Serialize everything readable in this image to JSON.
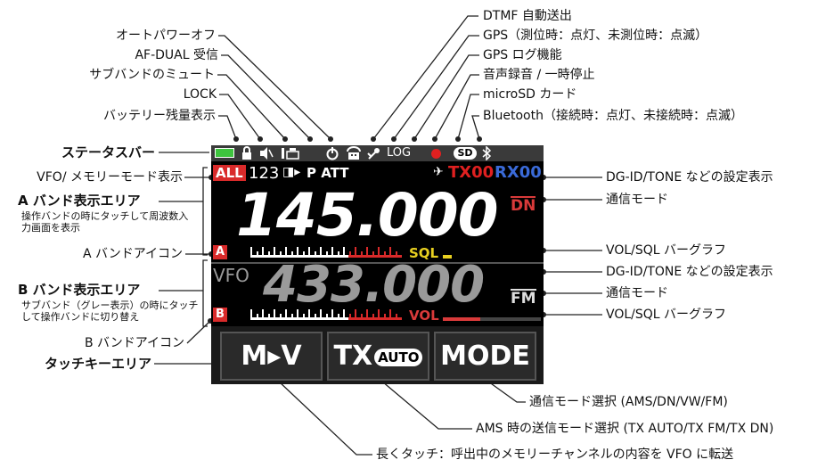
{
  "labels_left": {
    "auto_power_off": "オートパワーオフ",
    "af_dual": "AF-DUAL 受信",
    "sub_mute": "サブバンドのミュート",
    "lock": "LOCK",
    "battery": "バッテリー残量表示",
    "status_bar": "ステータスバー",
    "vfo_mem": "VFO/ メモリーモード表示",
    "a_band_area": "A バンド表示エリア",
    "a_band_desc": "操作バンドの時にタッチして周波数入力画面を表示",
    "a_band_icon": "A バンドアイコン",
    "b_band_area": "B バンド表示エリア",
    "b_band_desc": "サブバンド（グレー表示）の時にタッチして操作バンドに切り替え",
    "b_band_icon": "B バンドアイコン",
    "touch_key": "タッチキーエリア"
  },
  "labels_right": {
    "dtmf": "DTMF 自動送出",
    "gps": "GPS（測位時：点灯、未測位時：点滅）",
    "gps_log": "GPS ログ機能",
    "rec": "音声録音 / 一時停止",
    "microsd": "microSD カード",
    "bluetooth": "Bluetooth（接続時：点灯、未接続時：点滅）",
    "dgid_a": "DG-ID/TONE などの設定表示",
    "mode_a": "通信モード",
    "volsql_a": "VOL/SQL バーグラフ",
    "dgid_b": "DG-ID/TONE などの設定表示",
    "mode_b": "通信モード",
    "volsql_b": "VOL/SQL バーグラフ"
  },
  "labels_bottom": {
    "mode_select": "通信モード選択 (AMS/DN/VW/FM)",
    "ams_tx": "AMS 時の送信モード選択 (TX AUTO/TX FM/TX DN)",
    "long_touch": "長くタッチ：呼出中のメモリーチャンネルの内容を VFO に転送"
  },
  "screen": {
    "status_log": "LOG",
    "status_sd": "SD",
    "badge_all": "ALL",
    "mem_info": "123",
    "p_att": "P ATT",
    "tx_a": "TX00",
    "rx_a": "RX00",
    "freq_a": "145.000",
    "mode_a": "DN",
    "band_a": "A",
    "sql_label": "SQL",
    "vfo_b": "VFO",
    "freq_b": "433.000",
    "mode_b": "FM",
    "band_b": "B",
    "vol_label": "VOL",
    "key_mv": "M▸V",
    "key_tx": "TX",
    "key_auto": "AUTO",
    "key_mode": "MODE"
  },
  "colors": {
    "accent_red": "#d92a2a",
    "tx_red": "#e02020",
    "rx_blue": "#3a6ad8",
    "sql_yellow": "#e8d020",
    "battery_green": "#3ec43e"
  }
}
